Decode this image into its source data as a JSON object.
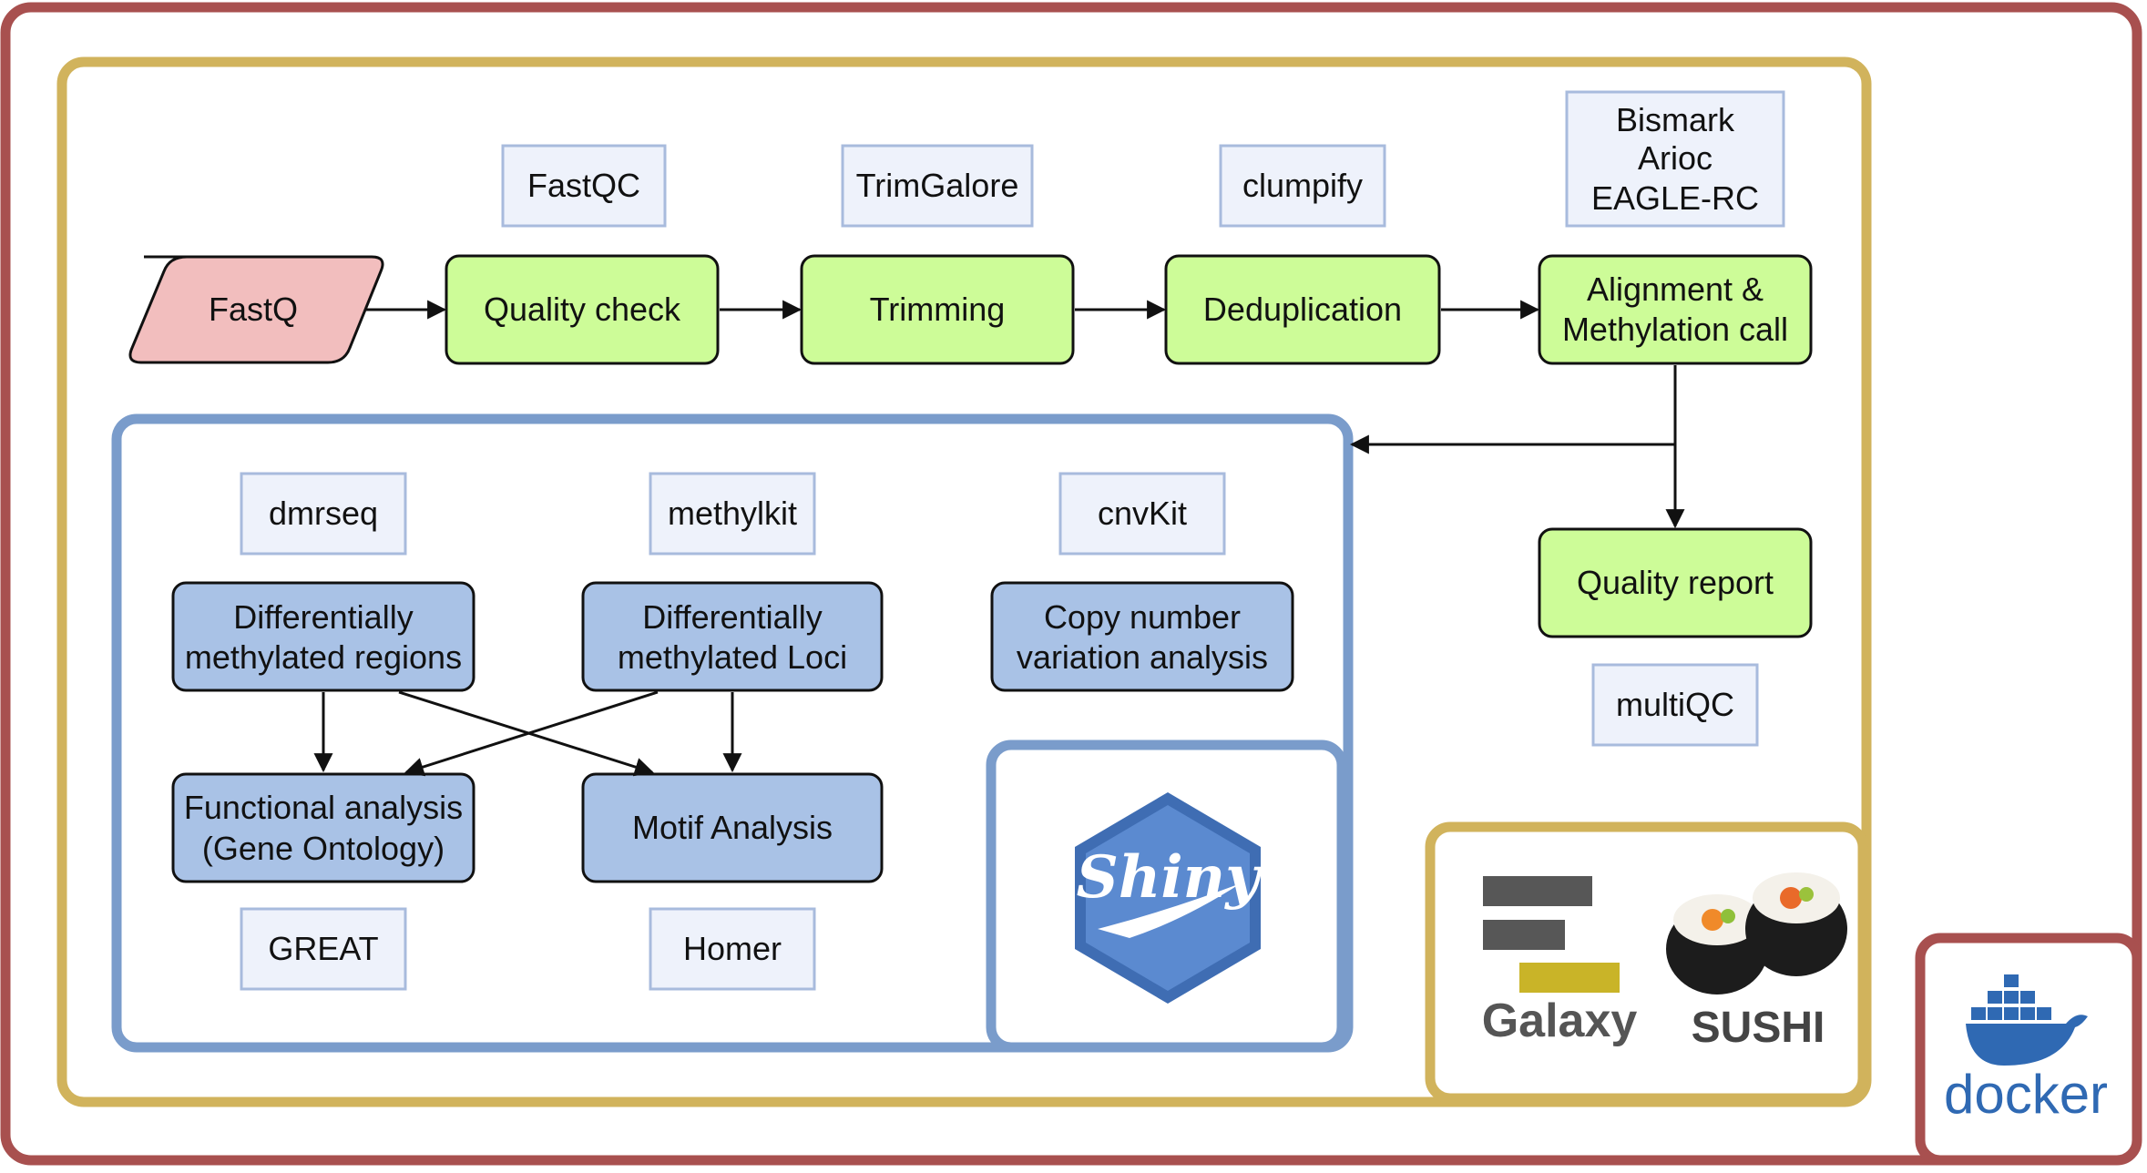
{
  "input": {
    "label": "FastQ"
  },
  "pipeline": {
    "steps": [
      {
        "label": "Quality check",
        "tool": "FastQC"
      },
      {
        "label": "Trimming",
        "tool": "TrimGalore"
      },
      {
        "label": "Deduplication",
        "tool": "clumpify"
      },
      {
        "label": "Alignment &",
        "label2": "Methylation call",
        "tool": "Bismark",
        "tool2": "Arioc",
        "tool3": "EAGLE-RC"
      }
    ],
    "report": {
      "label": "Quality report",
      "tool": "multiQC"
    }
  },
  "analysis": {
    "dmr": {
      "label": "Differentially",
      "label2": "methylated regions",
      "tool": "dmrseq"
    },
    "dml": {
      "label": "Differentially",
      "label2": "methylated Loci",
      "tool": "methylkit"
    },
    "cnv": {
      "label": "Copy number",
      "label2": "variation analysis",
      "tool": "cnvKit"
    },
    "functional": {
      "label": "Functional analysis",
      "label2": "(Gene Ontology)",
      "tool": "GREAT"
    },
    "motif": {
      "label": "Motif Analysis",
      "tool": "Homer"
    }
  },
  "logos": {
    "shiny": "Shiny",
    "galaxy": "Galaxy",
    "sushi": "SUSHI",
    "docker": "docker"
  },
  "colors": {
    "outer_border": "#a8504f",
    "pipeline_border": "#d1b35c",
    "analysis_border": "#7a9ccb",
    "process_fill": "#cdfc98",
    "analysis_fill": "#a9c2e6",
    "input_fill": "#f2bebe",
    "tool_fill": "#eef2fb",
    "docker_blue": "#2f69b3",
    "shiny_blue": "#4f7ec0"
  }
}
